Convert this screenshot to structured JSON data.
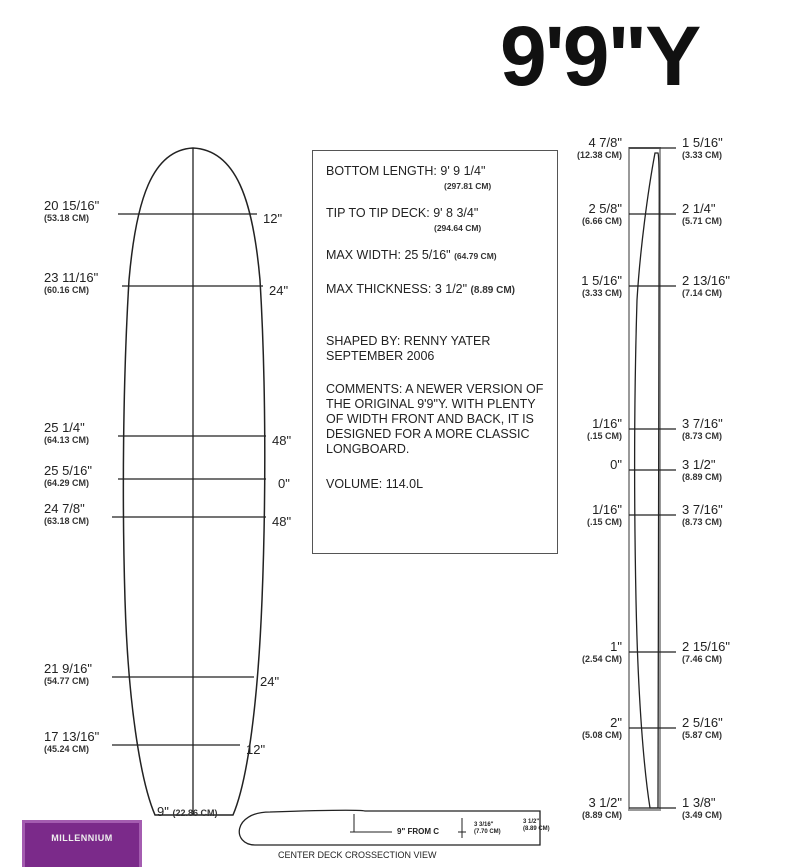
{
  "title": "9'9\"Y",
  "outline": {
    "stations": [
      {
        "width": "20 15/16\"",
        "cm": "(53.18 CM)",
        "pos": "12\""
      },
      {
        "width": "23 11/16\"",
        "cm": "(60.16 CM)",
        "pos": "24\""
      },
      {
        "width": "25 1/4\"",
        "cm": "(64.13 CM)",
        "pos": "48\""
      },
      {
        "width": "25 5/16\"",
        "cm": "(64.29 CM)",
        "pos": "0\""
      },
      {
        "width": "24 7/8\"",
        "cm": "(63.18 CM)",
        "pos": "48\""
      },
      {
        "width": "21 9/16\"",
        "cm": "(54.77 CM)",
        "pos": "24\""
      },
      {
        "width": "17 13/16\"",
        "cm": "(45.24 CM)",
        "pos": "12\""
      }
    ],
    "tail": "9\"",
    "tail_cm": "(22.86 CM)"
  },
  "specs": {
    "bottom_length": "BOTTOM LENGTH: 9' 9 1/4\"",
    "bottom_length_cm": "(297.81 CM)",
    "tip_to_tip": "TIP TO TIP DECK: 9' 8 3/4\"",
    "tip_to_tip_cm": "(294.64 CM)",
    "max_width": "MAX WIDTH: 25 5/16\"",
    "max_width_cm": "(64.79 CM)",
    "max_thickness": "MAX THICKNESS: 3 1/2\"",
    "max_thickness_cm": "(8.89 CM)",
    "shaped_by": "SHAPED BY: RENNY YATER",
    "date": "SEPTEMBER 2006",
    "comments": "COMMENTS: A NEWER VERSION OF THE ORIGINAL 9'9\"Y. WITH PLENTY OF WIDTH FRONT AND BACK, IT IS DESIGNED FOR A MORE CLASSIC LONGBOARD.",
    "volume": "VOLUME: 114.0L"
  },
  "rocker": [
    {
      "rocker": "4 7/8\"",
      "rocker_cm": "(12.38 CM)",
      "thick": "1 5/16\"",
      "thick_cm": "(3.33 CM)"
    },
    {
      "rocker": "2 5/8\"",
      "rocker_cm": "(6.66 CM)",
      "thick": "2 1/4\"",
      "thick_cm": "(5.71 CM)"
    },
    {
      "rocker": "1 5/16\"",
      "rocker_cm": "(3.33 CM)",
      "thick": "2 13/16\"",
      "thick_cm": "(7.14 CM)"
    },
    {
      "rocker": "1/16\"",
      "rocker_cm": "(.15 CM)",
      "thick": "3 7/16\"",
      "thick_cm": "(8.73 CM)"
    },
    {
      "rocker": "0\"",
      "rocker_cm": "",
      "thick": "3 1/2\"",
      "thick_cm": "(8.89 CM)"
    },
    {
      "rocker": "1/16\"",
      "rocker_cm": "(.15 CM)",
      "thick": "3 7/16\"",
      "thick_cm": "(8.73 CM)"
    },
    {
      "rocker": "1\"",
      "rocker_cm": "(2.54 CM)",
      "thick": "2 15/16\"",
      "thick_cm": "(7.46 CM)"
    },
    {
      "rocker": "2\"",
      "rocker_cm": "(5.08 CM)",
      "thick": "2 5/16\"",
      "thick_cm": "(5.87 CM)"
    },
    {
      "rocker": "3 1/2\"",
      "rocker_cm": "(8.89 CM)",
      "thick": "1 3/8\"",
      "thick_cm": "(3.49 CM)"
    }
  ],
  "crossection": {
    "from_c": "9\" FROM C",
    "rail": "3 3/16\"",
    "rail_cm": "(7.70 CM)",
    "thick": "3 1/2\"",
    "thick_cm": "(8.89 CM)",
    "caption": "CENTER DECK CROSSECTION VIEW"
  },
  "logo": {
    "text": "MILLENNIUM"
  }
}
